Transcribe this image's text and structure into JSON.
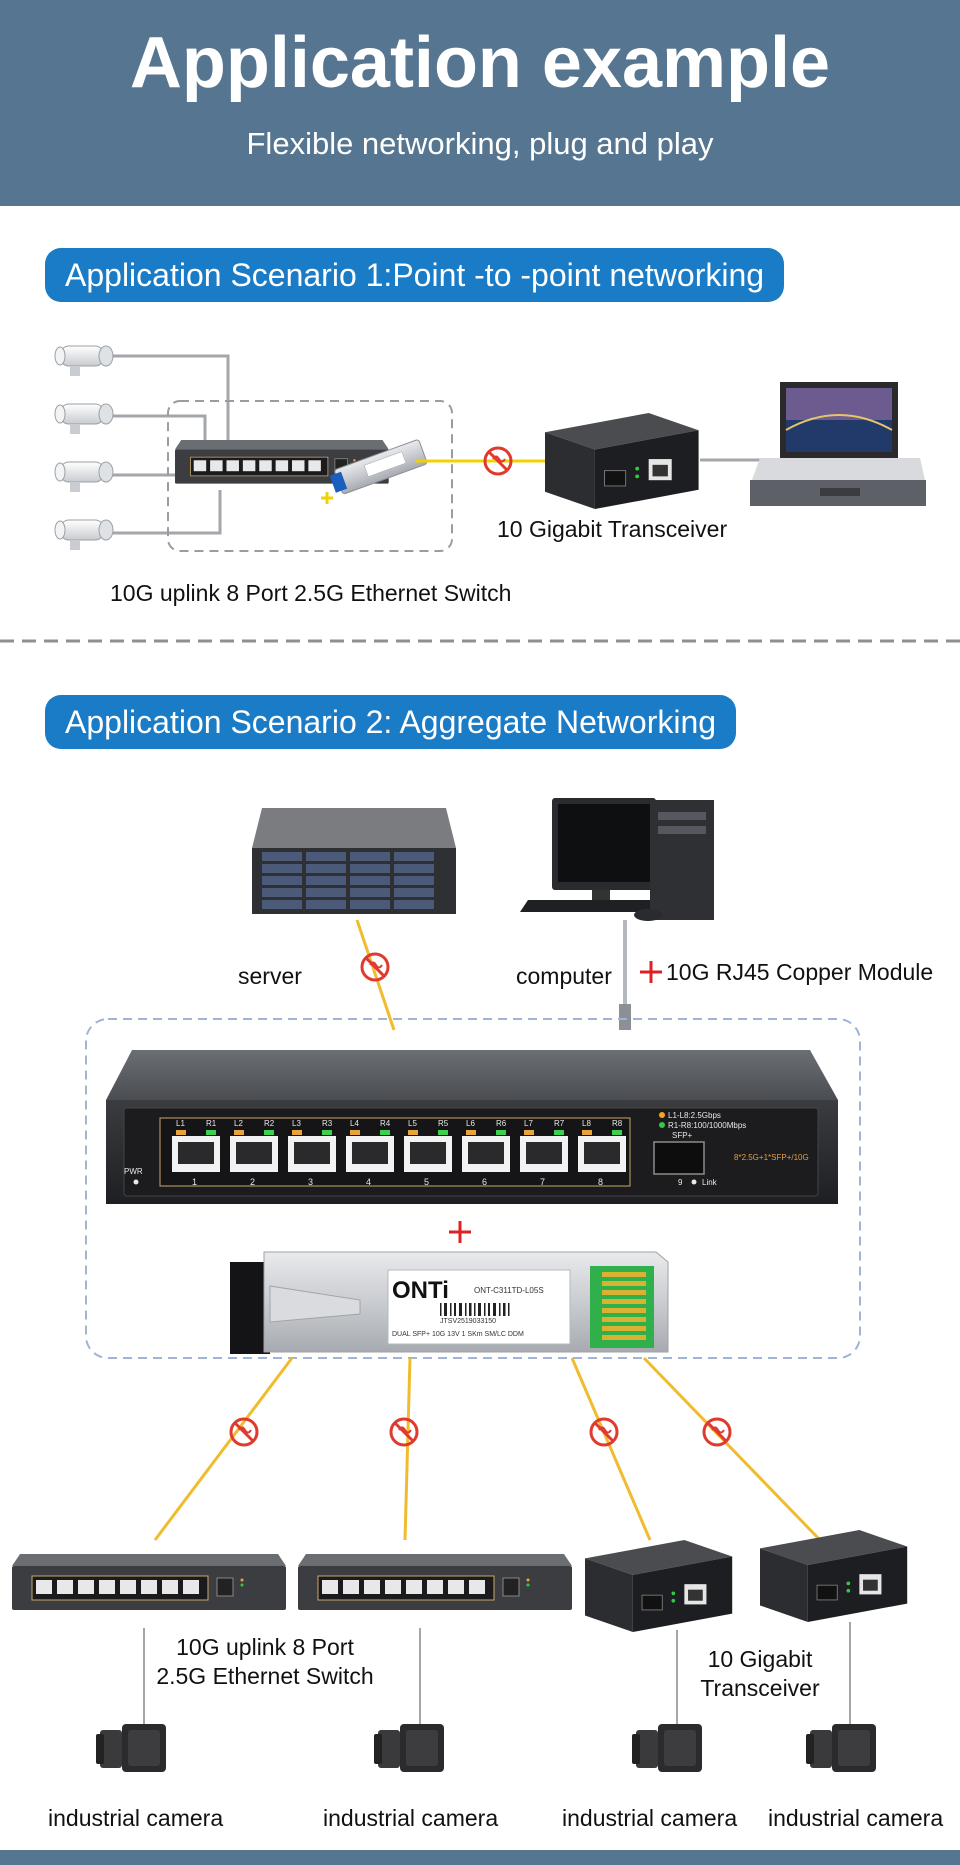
{
  "header": {
    "title": "Application example",
    "subtitle": "Flexible networking, plug and play"
  },
  "scenario1": {
    "title": "Application Scenario 1:Point -to -point networking",
    "transceiver_label": "10 Gigabit Transceiver",
    "switch_label": "10G uplink 8 Port 2.5G Ethernet Switch"
  },
  "scenario2": {
    "title": "Application Scenario 2: Aggregate Networking",
    "server_label": "server",
    "computer_label": "computer",
    "copper_module_label": "10G RJ45 Copper Module",
    "switch": {
      "port_tops": [
        "L1",
        "R1",
        "L2",
        "R2",
        "L3",
        "R3",
        "L4",
        "R4",
        "L5",
        "R5",
        "L6",
        "R6",
        "L7",
        "R7",
        "L8",
        "R8"
      ],
      "port_numbers": [
        "1",
        "2",
        "3",
        "4",
        "5",
        "6",
        "7",
        "8"
      ],
      "pwr": "PWR",
      "legend_l": "L1-L8:2.5Gbps",
      "legend_r": "R1-R8:100/1000Mbps",
      "sfp": "SFP+",
      "port9": "9",
      "link": "Link",
      "model": "8*2.5G+1*SFP+/10G"
    },
    "sfp_module": {
      "brand": "ONTi",
      "model": "ONT-C311TD-L05S",
      "serial": "JTSV2519033150",
      "spec": "DUAL  SFP+ 10G  13V    1 SKm SM/LC DDM"
    },
    "switch_label_line1": "10G uplink 8 Port",
    "switch_label_line2": "2.5G Ethernet Switch",
    "transceiver_label_line1": "10 Gigabit",
    "transceiver_label_line2": "Transceiver",
    "camera_labels": [
      "industrial camera",
      "industrial camera",
      "industrial camera",
      "industrial camera"
    ]
  },
  "colors": {
    "header_bg": "#567590",
    "pill_bg": "#1a7bc6",
    "fiber": "#f0bc2e",
    "forbid": "#e03a2f",
    "plus": "#e02020"
  },
  "icons": [
    "bullet-camera-icon",
    "switch-icon",
    "sfp-module-icon",
    "media-converter-icon",
    "laptop-icon",
    "server-icon",
    "desktop-computer-icon",
    "industrial-camera-icon",
    "no-sign-icon",
    "plus-icon"
  ]
}
